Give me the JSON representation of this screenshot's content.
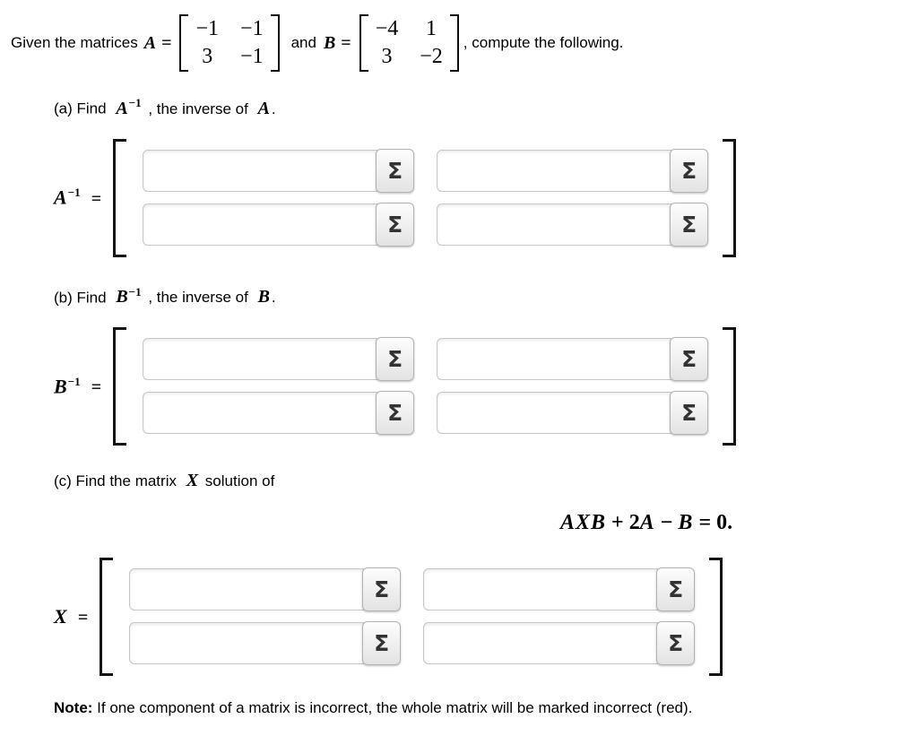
{
  "intro": {
    "lead": "Given the matrices",
    "a_name": "A",
    "a_eq": "=",
    "a_matrix": {
      "r1c1": "−1",
      "r1c2": "−1",
      "r2c1": "3",
      "r2c2": "−1"
    },
    "and_text": "and",
    "b_name": "B",
    "b_eq": "=",
    "b_matrix": {
      "r1c1": "−4",
      "r1c2": "1",
      "r2c1": "3",
      "r2c2": "−2"
    },
    "tail": ", compute the following."
  },
  "part_a": {
    "lead": "(a) Find",
    "var": "A",
    "var_sup": "−1",
    "mid": ", the inverse of",
    "var2": "A",
    "period": ".",
    "label": {
      "base": "A",
      "sup": "−1",
      "eq": "="
    }
  },
  "part_b": {
    "lead": "(b) Find",
    "var": "B",
    "var_sup": "−1",
    "mid": ", the inverse of",
    "var2": "B",
    "period": ".",
    "label": {
      "base": "B",
      "sup": "−1",
      "eq": "="
    }
  },
  "part_c": {
    "lead": "(c) Find the matrix",
    "var": "X",
    "mid": "solution of",
    "equation": {
      "m1": "AXB",
      "p1": " + 2",
      "m2": "A",
      "p2": " − ",
      "m3": "B",
      "p3": " = 0."
    },
    "label": {
      "base": "X",
      "eq": "="
    }
  },
  "controls": {
    "sigma": "Σ"
  },
  "inputs": {
    "value": "",
    "placeholder": ""
  },
  "note": {
    "label": "Note:",
    "text": " If one component of a matrix is incorrect, the whole matrix will be marked incorrect (red)."
  }
}
